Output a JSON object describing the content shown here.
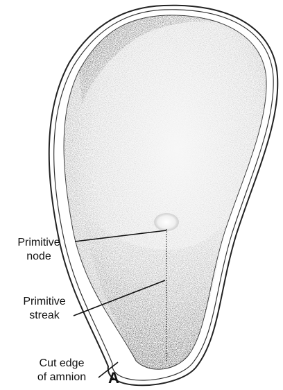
{
  "labels": {
    "primitive_node": [
      "Primitive",
      "node"
    ],
    "primitive_streak": [
      "Primitive",
      "streak"
    ],
    "cut_edge_of_amnion": [
      "Cut edge",
      "of amnion"
    ]
  },
  "panel_letter": "A"
}
